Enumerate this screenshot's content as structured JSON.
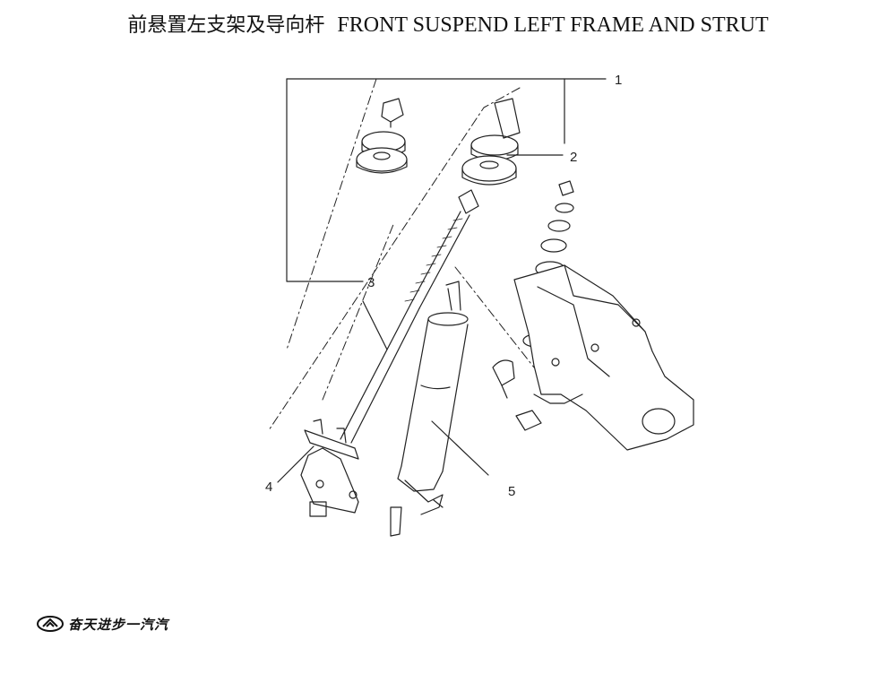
{
  "title": {
    "cn": "前悬置左支架及导向杆",
    "en": "FRONT SUSPEND LEFT FRAME AND STRUT"
  },
  "callouts": [
    {
      "id": 1,
      "label": "1"
    },
    {
      "id": 2,
      "label": "2"
    },
    {
      "id": 3,
      "label": "3"
    },
    {
      "id": 4,
      "label": "4"
    },
    {
      "id": 5,
      "label": "5"
    }
  ],
  "brand": {
    "logo_text": "奋天进步一汽汽"
  },
  "colors": {
    "ink": "#222222",
    "background": "#ffffff"
  }
}
